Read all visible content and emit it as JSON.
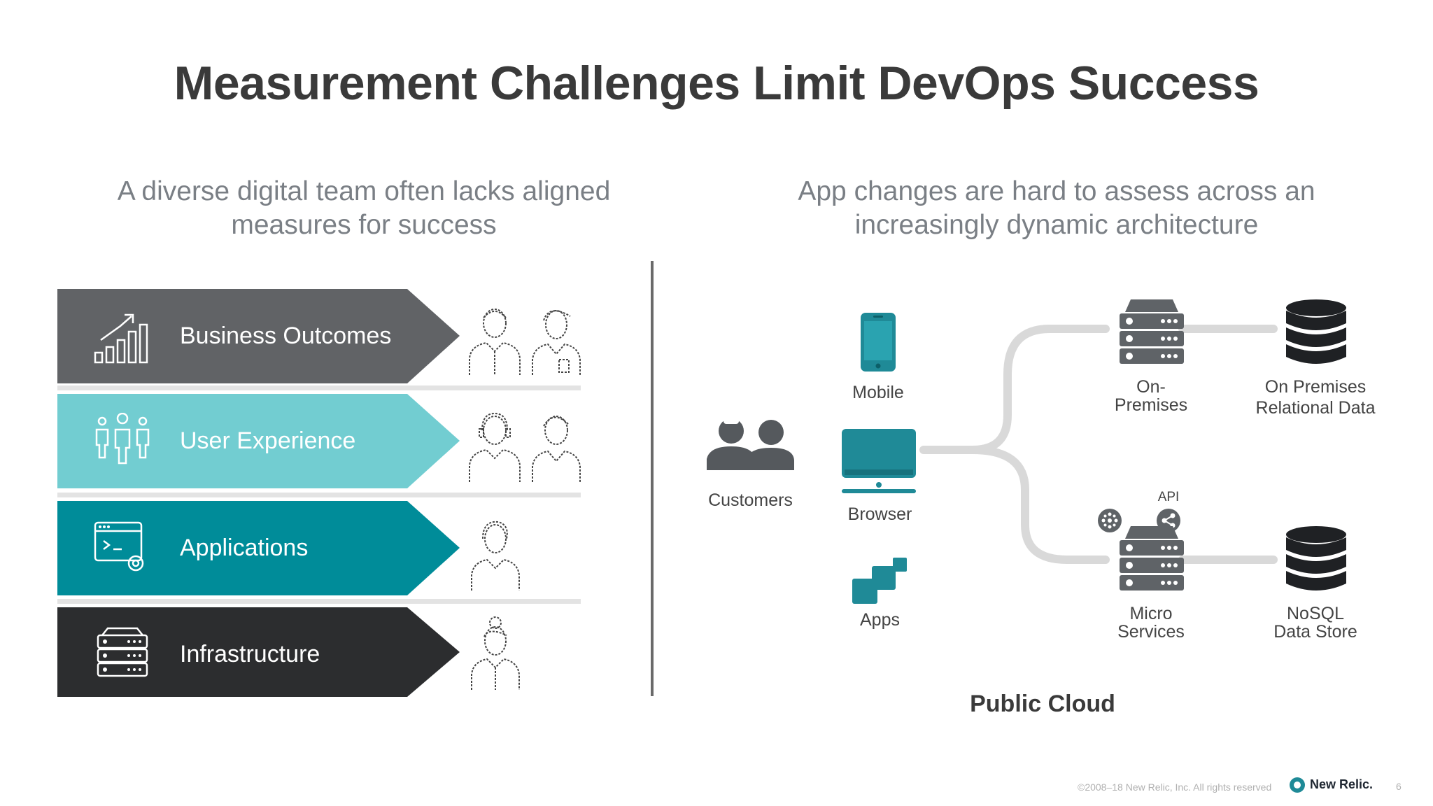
{
  "title": "Measurement Challenges Limit DevOps Success",
  "left": {
    "subtitle": "A diverse digital team often lacks aligned measures for success",
    "bands": [
      {
        "label": "Business Outcomes",
        "color": "#616366",
        "icon": "growth-chart-icon"
      },
      {
        "label": "User Experience",
        "color": "#72cdd1",
        "icon": "user-group-icon"
      },
      {
        "label": "Applications",
        "color": "#008c99",
        "icon": "code-window-gear-icon"
      },
      {
        "label": "Infrastructure",
        "color": "#2c2d2f",
        "icon": "server-rack-icon"
      }
    ]
  },
  "right": {
    "subtitle": "App changes are hard to assess across an increasingly dynamic architecture",
    "nodes": {
      "customers": "Customers",
      "mobile": "Mobile",
      "browser": "Browser",
      "apps": "Apps",
      "on_prem_line1": "On-",
      "on_prem_line2": "Premises",
      "relational_line1": "On Premises",
      "relational_line2": "Relational Data",
      "api": "API",
      "micro_line1": "Micro",
      "micro_line2": "Services",
      "nosql_line1": "NoSQL",
      "nosql_line2": "Data Store"
    },
    "cloud_label": "Public Cloud",
    "accent": "#1f8a97"
  },
  "footer": {
    "copyright": "©2008–18 New Relic, Inc. All rights reserved",
    "logo": "New Relic.",
    "page": "6"
  }
}
